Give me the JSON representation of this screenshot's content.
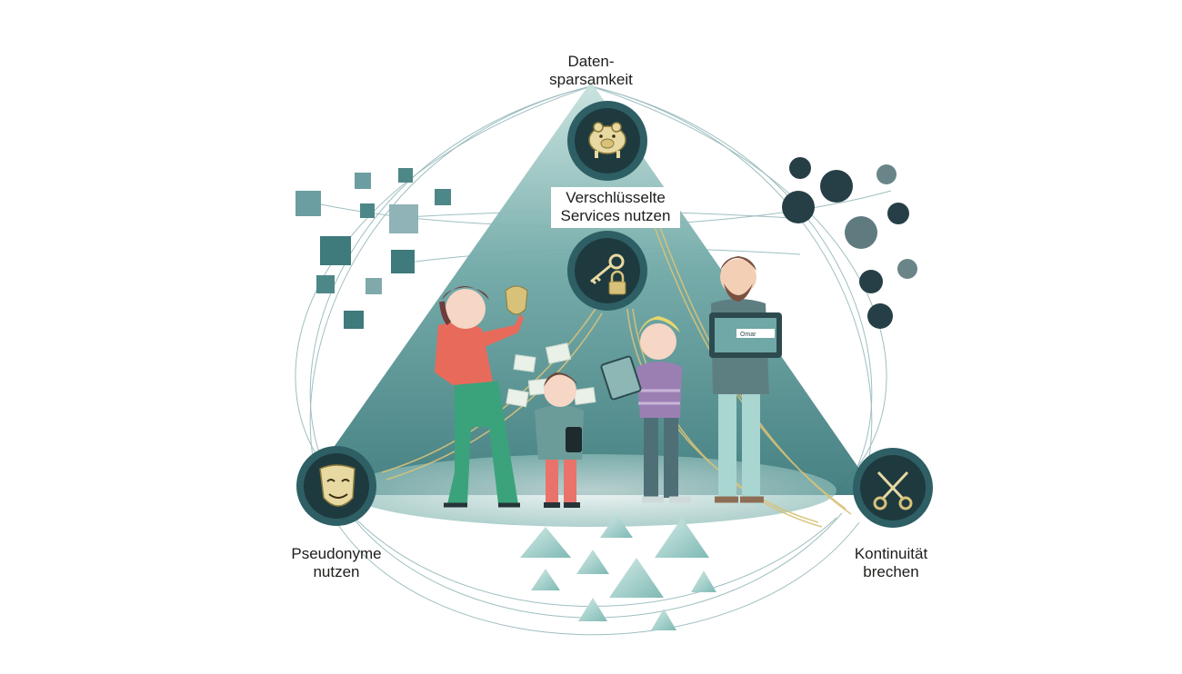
{
  "labels": {
    "top": [
      "Daten-",
      "sparsamkeit"
    ],
    "center": [
      "Verschlüsselte",
      "Services nutzen"
    ],
    "left": [
      "Pseudonyme",
      "nutzen"
    ],
    "right": [
      "Kontinuität",
      "brechen"
    ]
  },
  "icons": {
    "top": "piggy-bank-icon",
    "center": "key-and-padlock-icon",
    "left": "mask-icon",
    "right": "scissors-icon"
  },
  "tablet_field": "Omar",
  "colors": {
    "teal_dark": "#2d5f65",
    "teal_mid": "#5b9a9a",
    "teal_light": "#a9d3cf",
    "navy": "#263f46",
    "gold": "#d8c27a",
    "ink": "#1d1d1b"
  }
}
